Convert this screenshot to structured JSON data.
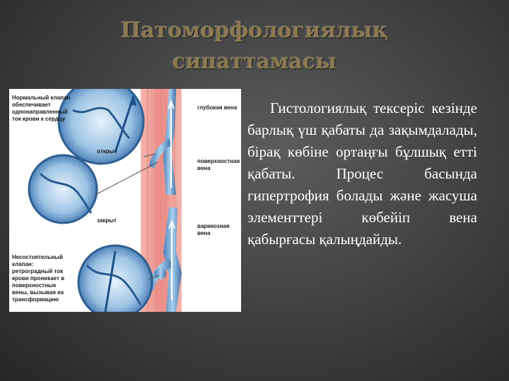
{
  "slide": {
    "title_line1": "Патоморфологиялық",
    "title_line2": "сипаттамасы",
    "body": "Гистологиялық тексеріс кезінде барлық үш қабаты да зақымдалады, бірақ көбіне ортаңғы бұлшық етті қабаты. Процес басында гипертрофия болады және жасуша элементтері көбейіп вена қабырғасы қалыңдайды.",
    "colors": {
      "title": "#8a7a52",
      "background": "#3e3e3e",
      "body_text": "#ffffff"
    }
  },
  "figure": {
    "labels": {
      "normal_valve": "Нормальный клапан\nобеспечивает\nоднонаправленный\nток крови к сердцу",
      "open": "открыт",
      "closed": "закрыт",
      "deep_vein": "глубокая вена",
      "superficial_vein": "поверхностная\nвена",
      "varicose_vein": "варикозная\nвена",
      "incompetent_valve": "Несостоятельный\nклапан:\nретроградный ток\nкрови проникает в\nповерхностные\nвены, вызывая их\nтрансформацию"
    }
  }
}
